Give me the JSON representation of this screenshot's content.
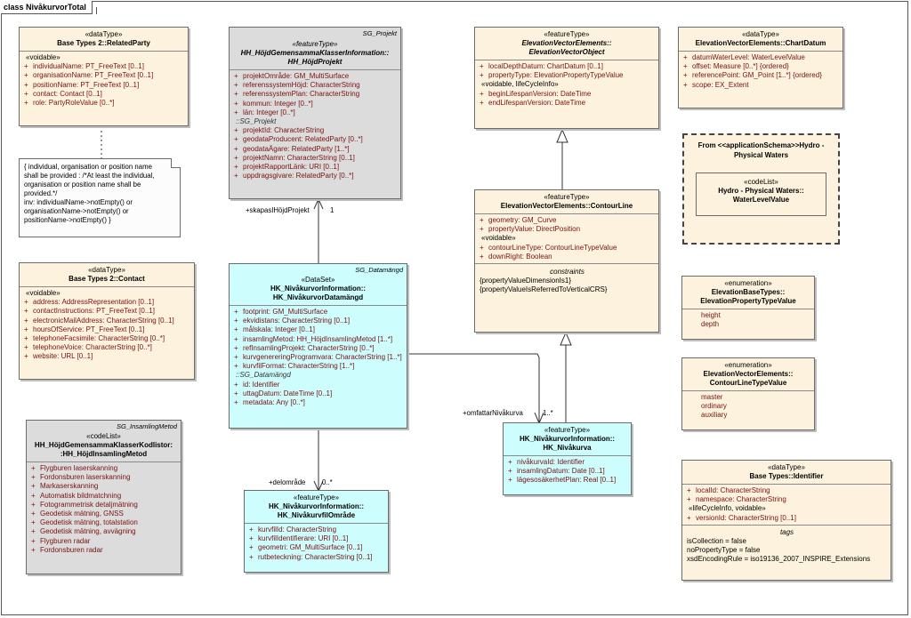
{
  "frame_title": "class NivåkurvorTotal",
  "related_party": {
    "stereotype": "«dataType»",
    "name": "Base Types 2::RelatedParty",
    "group": "«voidable»",
    "attrs": [
      "individualName: PT_FreeText [0..1]",
      "organisationName: PT_FreeText [0..1]",
      "positionName: PT_FreeText [0..1]",
      "contact: Contact [0..1]",
      "role: PartyRoleValue [0..*]"
    ]
  },
  "note_lines": [
    "{ individual, organisation or position name",
    "shall be provided : /*At least the individual,",
    "organisation or position name shall be",
    "provided.*/",
    "inv: individualName->notEmpty() or",
    "organisationName->notEmpty() or",
    "positionName->notEmpty() }"
  ],
  "contact": {
    "stereotype": "«dataType»",
    "name": "Base Types 2::Contact",
    "group": "«voidable»",
    "attrs": [
      "address: AddressRepresentation [0..1]",
      "contactInstructions: PT_FreeText [0..1]",
      "electronicMailAddress: CharacterString [0..1]",
      "hoursOfService: PT_FreeText [0..1]",
      "telephoneFacsimile: CharacterString [0..*]",
      "telephoneVoice: CharacterString [0..*]",
      "website: URL [0..1]"
    ]
  },
  "insamling_metod": {
    "package": "SG_InsamlingMetod",
    "stereotype": "«codeList»",
    "name_lines": [
      "HH_HöjdGemensammaKlasserKodlistor:",
      ":HH_HöjdInsamlingMetod"
    ],
    "attrs": [
      "Flygburen laserskanning",
      "Fordonsburen laserskanning",
      "Markaserskanning",
      "Automatisk bildmatchning",
      "Fotogrammetrisk detaljmätning",
      "Geodetisk mätning, GNSS",
      "Geodetisk mätning, totalstation",
      "Geodetisk mätning, avvägning",
      "Flygburen radar",
      "Fordonsburen radar"
    ]
  },
  "hojd_projekt": {
    "package": "SG_Projekt",
    "stereotype": "«featureType»",
    "name_lines": [
      "HH_HöjdGemensammaKlasserInformation::",
      "HH_HöjdProjekt"
    ],
    "attrs_a": [
      "projektOmråde: GM_MultiSurface",
      "referenssystemHöjd: CharacterString",
      "referenssystemPlan: CharacterString",
      "kommun: Integer [0..*]",
      "län: Integer [0..*]"
    ],
    "group_b": "::SG_Projekt",
    "attrs_b": [
      "projektId: CharacterString",
      "geodataProducent: RelatedParty [0..*]",
      "geodataÄgare: RelatedParty [1..*]",
      "projektNamn: CharacterString [0..1]",
      "projektRapportLänk: URI [0..1]",
      "uppdragsgivare: RelatedParty [0..*]"
    ]
  },
  "datamangd": {
    "package": "SG_Datamängd",
    "stereotype": "«DataSet»",
    "name_lines": [
      "HK_NivåkurvorInformation::",
      "HK_NivåkurvorDatamängd"
    ],
    "attrs_a": [
      "footprint: GM_MultiSurface",
      "ekvidistans: CharacterString [0..1]",
      "målskala: Integer [0..1]",
      "insamlingMetod: HH_HöjdInsamlingMetod [1..*]",
      "refInsamlingProjekt: CharacterString [0..*]",
      "kurvgenereringProgramvara: CharacterString [1..*]",
      "kurvfilFormat: CharacterString [1..*]"
    ],
    "group_b": "::SG_Datamängd",
    "attrs_b": [
      "id: Identifier",
      "uttagDatum: DateTime [0..1]",
      "metadata: Any [0..*]"
    ]
  },
  "kurvfil_omrade": {
    "stereotype": "«featureType»",
    "name_lines": [
      "HK_NivåkurvorInformation::",
      "HK_NivåkurvfilOmråde"
    ],
    "attrs": [
      "kurvfilId: CharacterString",
      "kurvfilIdentifierare: URI [0..1]",
      "geometri: GM_MultiSurface [0..1]",
      "rutbeteckning: CharacterString [0..1]"
    ]
  },
  "elevation_vector_object": {
    "stereotype": "«featureType»",
    "name_lines": [
      "ElevationVectorElements::",
      "ElevationVectorObject"
    ],
    "attrs_a": [
      "localDepthDatum: ChartDatum [0..1]",
      "propertyType: ElevationPropertyTypeValue"
    ],
    "group_b": "«voidable, lifeCycleInfo»",
    "attrs_b": [
      "beginLifespanVersion: DateTime",
      "endLifespanVersion: DateTime"
    ]
  },
  "chart_datum": {
    "stereotype": "«dataType»",
    "name": "ElevationVectorElements::ChartDatum",
    "attrs": [
      "datumWaterLevel: WaterLevelValue",
      "offset: Measure [0..*] {ordered}",
      "referencePoint: GM_Point [1..*] {ordered}",
      "scope: EX_Extent"
    ]
  },
  "hydro_package": {
    "title_lines": [
      "From <<applicationSchema>>Hydro -",
      "Physical Waters"
    ],
    "stereotype": "«codeList»",
    "name_lines": [
      "Hydro - Physical Waters::",
      "WaterLevelValue"
    ]
  },
  "contour_line": {
    "stereotype": "«featureType»",
    "name": "ElevationVectorElements::ContourLine",
    "attrs_a": [
      "geometry: GM_Curve",
      "propertyValue: DirectPosition"
    ],
    "group_b": "«voidable»",
    "attrs_b": [
      "contourLineType: ContourLineTypeValue",
      "downRight: Boolean"
    ],
    "constraints_title": "constraints",
    "constraints": [
      "{propertyValueDimensionIs1}",
      "{propertyValueIsReferredToVerticalCRS}"
    ]
  },
  "elevation_property_type": {
    "stereotype": "«enumeration»",
    "name_lines": [
      "ElevationBaseTypes::",
      "ElevationPropertyTypeValue"
    ],
    "literals": [
      "height",
      "depth"
    ]
  },
  "contour_line_type": {
    "stereotype": "«enumeration»",
    "name_lines": [
      "ElevationVectorElements::",
      "ContourLineTypeValue"
    ],
    "literals": [
      "master",
      "ordinary",
      "auxiliary"
    ]
  },
  "nivakurva": {
    "stereotype": "«featureType»",
    "name_lines": [
      "HK_NivåkurvorInformation::",
      "HK_Nivåkurva"
    ],
    "attrs": [
      "nivåkurvaId: Identifier",
      "insamlingDatum: Date [0..1]",
      "lägesosäkerhetPlan: Real [0..1]"
    ]
  },
  "identifier": {
    "stereotype": "«dataType»",
    "name": "Base Types::Identifier",
    "attrs_a": [
      "localId: CharacterString",
      "namespace: CharacterString"
    ],
    "group_b": "«lifeCycleInfo, voidable»",
    "attrs_b": [
      "versionId: CharacterString [0..1]"
    ],
    "tags_title": "tags",
    "tags": [
      "isCollection = false",
      "noPropertyType = false",
      "xsdEncodingRule = iso19136_2007_INSPIRE_Extensions"
    ]
  },
  "labels": {
    "skapas_role": "+skapasIHöjdProjekt",
    "skapas_mult": "1",
    "delomrade_role": "+delområde",
    "delomrade_mult": "0..*",
    "omfattar_role": "+omfattarNivåkurva",
    "omfattar_mult": "1..*"
  },
  "vis_plus": "+"
}
